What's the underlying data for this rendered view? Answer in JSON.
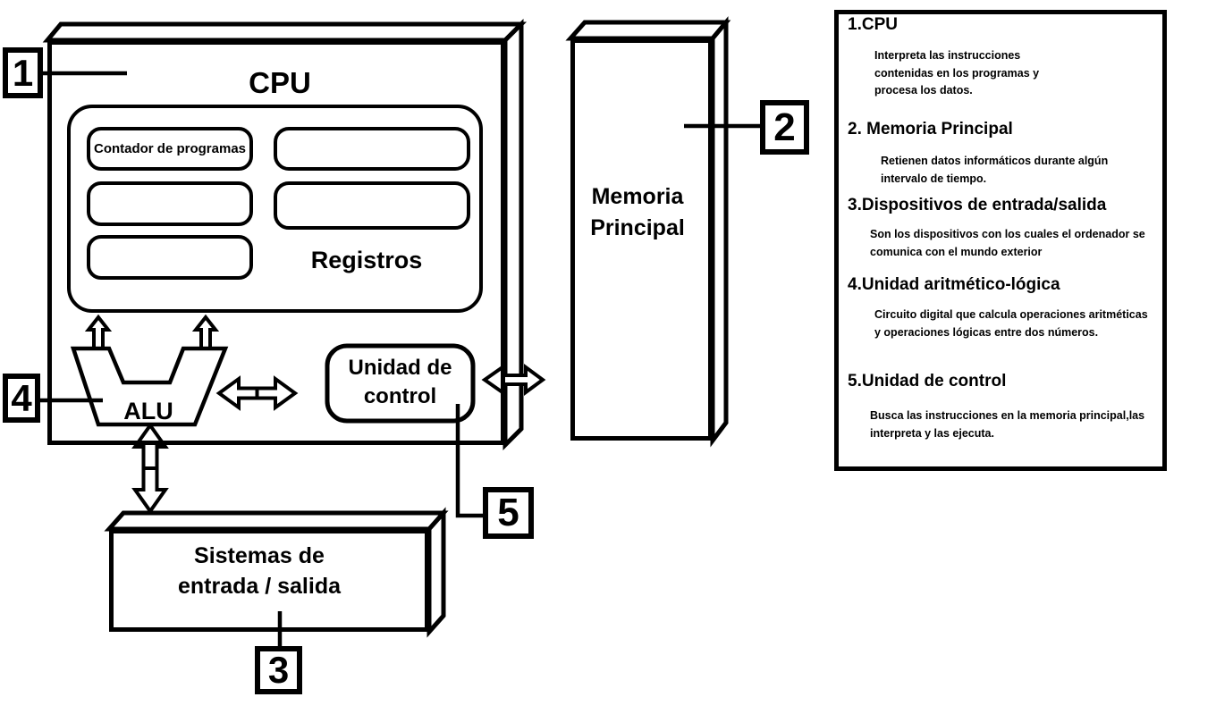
{
  "colors": {
    "ink": "#000000",
    "background": "#ffffff"
  },
  "diagram": {
    "cpu_title": "CPU",
    "contador_label": "Contador de programas",
    "registros_label": "Registros",
    "alu_label": "ALU",
    "unidad_control": {
      "line1": "Unidad de",
      "line2": "control"
    },
    "memoria": {
      "line1": "Memoria",
      "line2": "Principal"
    },
    "sistemas": {
      "line1": "Sistemas de",
      "line2": "entrada / salida"
    },
    "callouts": {
      "cpu": "1",
      "memoria": "2",
      "sistemas": "3",
      "alu": "4",
      "unidad_control": "5"
    }
  },
  "legend": {
    "entries": [
      {
        "title": "1.CPU",
        "body": [
          "Interpreta las instrucciones",
          "contenidas en los programas y",
          "procesa los datos."
        ]
      },
      {
        "title": "2. Memoria Principal",
        "body": [
          "Retienen datos informáticos durante algún",
          "intervalo de tiempo."
        ]
      },
      {
        "title": "3.Dispositivos de entrada/salida",
        "body": [
          "Son los dispositivos con los cuales el ordenador se",
          "comunica con el mundo exterior"
        ]
      },
      {
        "title": "4.Unidad aritmético-lógica",
        "body": [
          "Circuito digital que calcula operaciones aritméticas",
          "y operaciones lógicas entre dos números."
        ]
      },
      {
        "title": "5.Unidad de control",
        "body": [
          "Busca las instrucciones en la memoria principal,las",
          "interpreta y las ejecuta."
        ]
      }
    ]
  }
}
